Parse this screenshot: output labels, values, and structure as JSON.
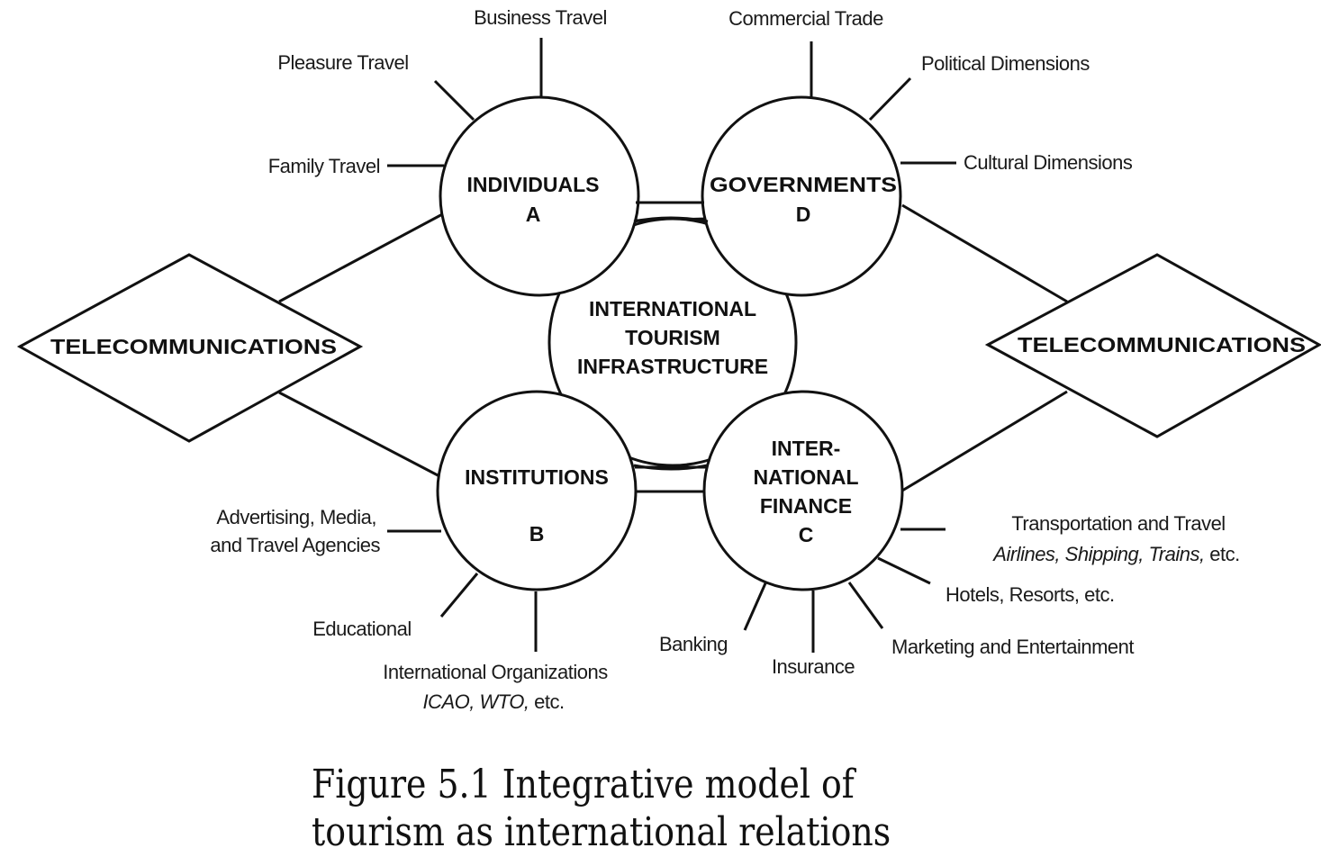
{
  "nodes": {
    "center": {
      "line1": "INTERNATIONAL",
      "line2": "TOURISM",
      "line3": "INFRASTRUCTURE"
    },
    "individuals": {
      "title": "INDIVIDUALS",
      "letter": "A"
    },
    "governments": {
      "title": "GOVERNMENTS",
      "letter": "D"
    },
    "institutions": {
      "title": "INSTITUTIONS",
      "letter": "B"
    },
    "finance": {
      "line1": "INTER-",
      "line2": "NATIONAL",
      "line3": "FINANCE",
      "letter": "C"
    },
    "telecom_left": {
      "title": "TELECOMMUNICATIONS"
    },
    "telecom_right": {
      "title": "TELECOMMUNICATIONS"
    }
  },
  "spokes": {
    "individuals": [
      "Business Travel",
      "Pleasure Travel",
      "Family Travel"
    ],
    "governments": [
      "Commercial Trade",
      "Political Dimensions",
      "Cultural Dimensions"
    ],
    "institutions": {
      "advertising_line1": "Advertising, Media,",
      "advertising_line2": "and Travel Agencies",
      "educational": "Educational",
      "intl_org_line1": "International Organizations",
      "intl_org_line2_italic": "ICAO, WTO,",
      "intl_org_line2_rest": " etc."
    },
    "finance": {
      "transport_line1": "Transportation and Travel",
      "transport_line2_italic": "Airlines, Shipping, Trains,",
      "transport_line2_rest": " etc.",
      "hotels": "Hotels, Resorts, etc.",
      "marketing": "Marketing and Entertainment",
      "insurance": "Insurance",
      "banking": "Banking"
    }
  },
  "caption": {
    "line1": "Figure 5.1 Integrative model of",
    "line2": "tourism as international relations"
  }
}
